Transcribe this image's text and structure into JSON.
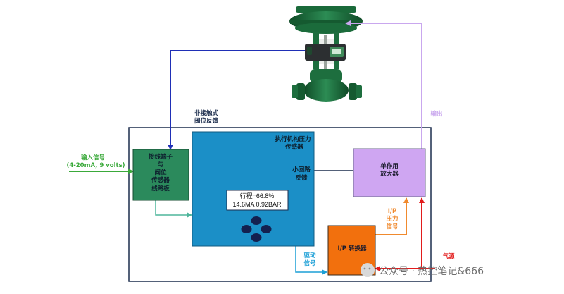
{
  "labels": {
    "input_signal": "输入信号",
    "input_range": "(4-20mA, 9 volts)",
    "noncontact_line1": "非接触式",
    "noncontact_line2": "阀位反馈",
    "terminal_line1": "接线端子",
    "terminal_line2": "与",
    "terminal_line3": "阀位",
    "terminal_line4": "传感器",
    "terminal_line5": "线路板",
    "actuator_pressure_line1": "执行机构压力",
    "actuator_pressure_line2": "传感器",
    "minor_loop_line1": "小回路",
    "minor_loop_line2": "反馈",
    "amplifier_line1": "单作用",
    "amplifier_line2": "放大器",
    "output": "输出",
    "ip_pressure_line1": "I/P",
    "ip_pressure_line2": "压力",
    "ip_pressure_line3": "信号",
    "ip_converter": "I/P 转换器",
    "drive_signal_line1": "驱动",
    "drive_signal_line2": "信号",
    "air_source": "气源"
  },
  "display": {
    "line1": "行程=66.8%",
    "line2": "14.6MA  0.92BAR"
  },
  "watermark": "公众号 · 热控笔记&666",
  "colors": {
    "enclosure": "#1c2d4d",
    "controller": "#1b8fc7",
    "terminal_board": "#2b8a5c",
    "amplifier": "#cfa6f2",
    "ip_converter": "#f2700d",
    "input_line": "#3aa93a",
    "feedback_line": "#1f2fb6",
    "output_line": "#c9a7ee",
    "air_line": "#e21c1c",
    "ip_signal_line": "#f08a2e",
    "drive_line": "#1b9fd6",
    "valve_green": "#1d6e3e"
  }
}
